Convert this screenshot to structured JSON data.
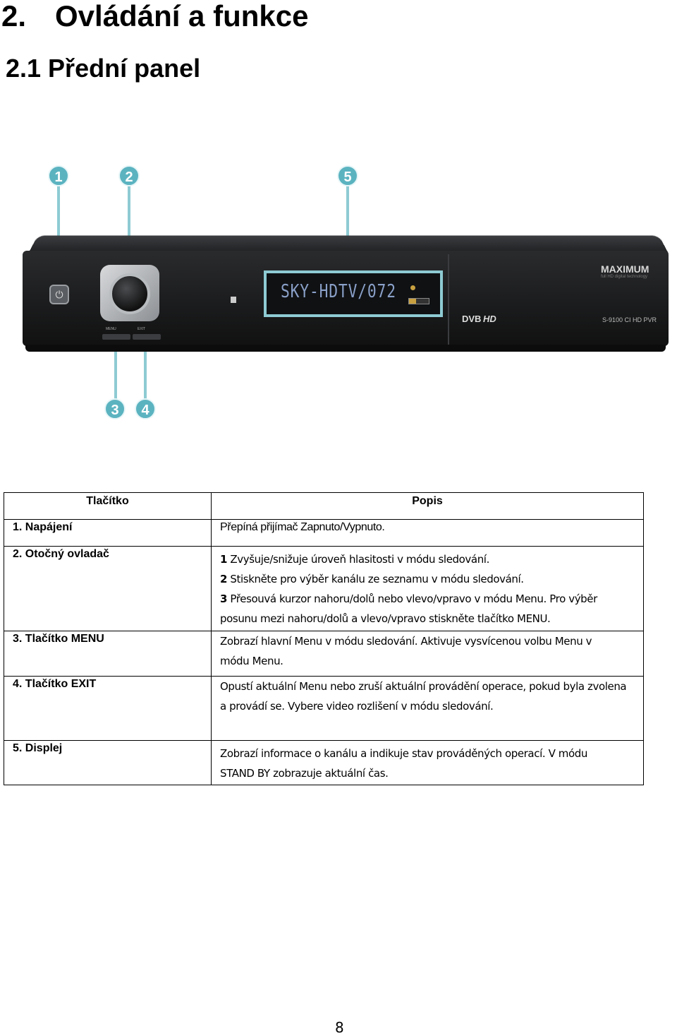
{
  "heading": {
    "chapter_number": "2.",
    "chapter_title": "Ovládání a funkce",
    "section": "2.1 Přední panel"
  },
  "device": {
    "callouts": [
      "1",
      "2",
      "5",
      "3",
      "4"
    ],
    "display_text": "SKY-HDTV/072",
    "brand": "MAXIMUM",
    "brand_tagline": "full HD digital technology",
    "model": "S-9100 CI HD PVR",
    "logo_dvb": "DVB",
    "logo_hd": "HD",
    "button_labels": [
      "MENU",
      "EXIT"
    ],
    "highlight_color": "#8ecbd3",
    "callout_color": "#5bb3c0"
  },
  "table": {
    "headers": [
      "Tlačítko",
      "Popis"
    ],
    "rows": [
      {
        "key": "1. Napájení",
        "lines": [
          "Přepíná přijímač Zapnuto/Vypnuto."
        ]
      },
      {
        "key": "2. Otočný ovladač",
        "lines": [
          {
            "num": "1",
            "text": " Zvyšuje/snižuje úroveň hlasitosti v módu sledování."
          },
          {
            "num": "2",
            "text": " Stiskněte pro výběr kanálu ze seznamu v módu sledování."
          },
          {
            "num": "3",
            "text": " Přesouvá kurzor nahoru/dolů nebo vlevo/vpravo v módu Menu. Pro výběr"
          },
          {
            "num": "",
            "text": "posunu mezi nahoru/dolů a vlevo/vpravo stiskněte tlačítko MENU."
          }
        ]
      },
      {
        "key": "3. Tlačítko MENU",
        "lines": [
          "Zobrazí hlavní Menu v módu sledování. Aktivuje vysvícenou volbu Menu v",
          "módu Menu."
        ]
      },
      {
        "key": "4. Tlačítko EXIT",
        "lines": [
          "Opustí aktuální Menu nebo zruší aktuální provádění operace, pokud byla zvolena",
          "a provádí se. Vybere video rozlišení v módu sledování."
        ]
      },
      {
        "key": "5. Displej",
        "lines": [
          "Zobrazí informace o kanálu a indikuje stav prováděných operací. V módu",
          "STAND BY zobrazuje aktuální čas."
        ]
      }
    ]
  },
  "page_number": "8"
}
